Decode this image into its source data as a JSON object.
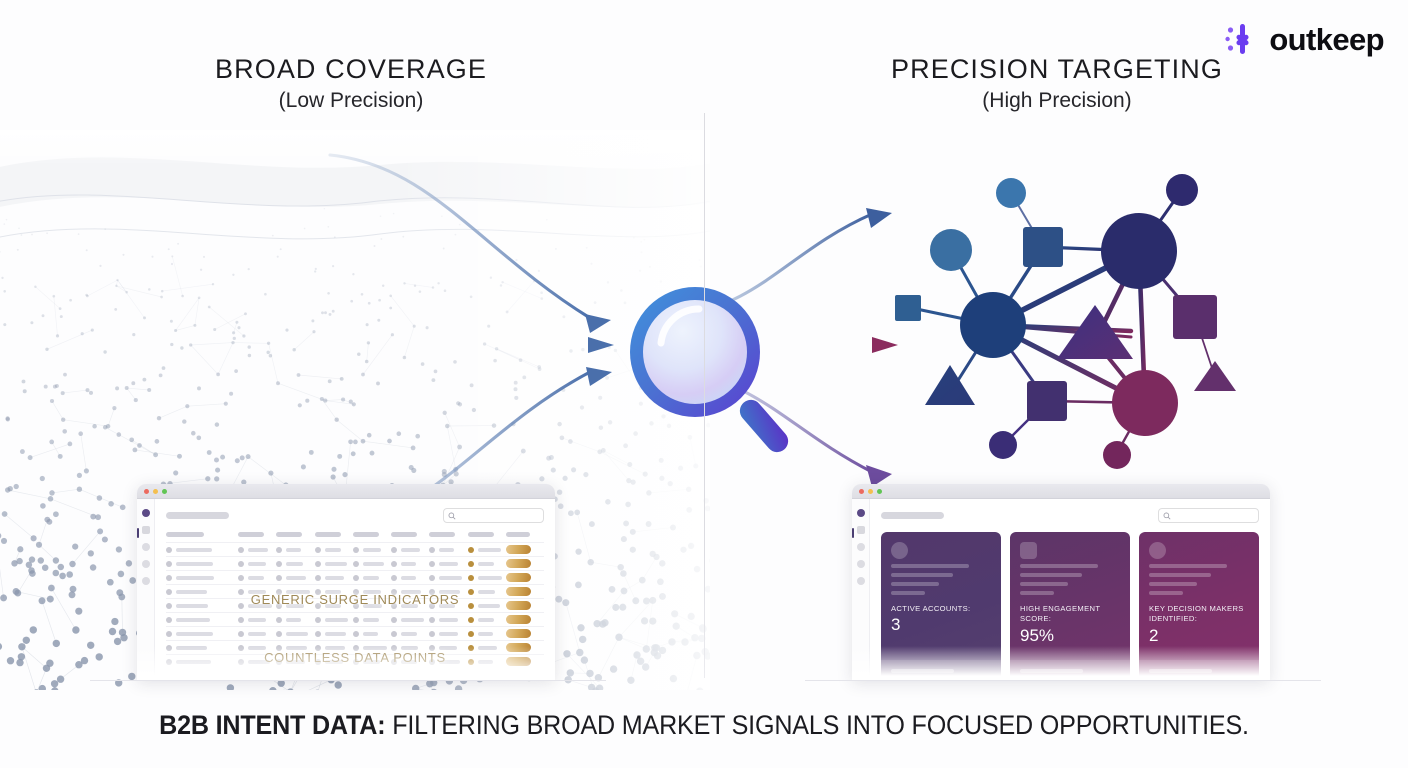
{
  "brand": {
    "name": "outkeep",
    "mark_icon": "starburst-icon",
    "accent": "#6b3df0"
  },
  "columns": {
    "left": {
      "title": "BROAD COVERAGE",
      "subtitle": "(Low Precision)"
    },
    "right": {
      "title": "PRECISION TARGETING",
      "subtitle": "(High Precision)"
    }
  },
  "caption": {
    "lead": "B2B INTENT DATA:",
    "rest": " FILTERING BROAD MARKET SIGNALS INTO FOCUSED OPPORTUNITIES."
  },
  "magnifier": {
    "icon": "magnifying-glass-icon",
    "ring_from": "#3f86d6",
    "ring_to": "#5b3fd6"
  },
  "arrows": {
    "inbound_count": 3,
    "outbound_count": 3,
    "inbound_color": "#5f7fb4",
    "outbound_colors": [
      "#4f6fae",
      "#8e3a6a",
      "#6b4c9e"
    ]
  },
  "left_dashboard": {
    "window_dots": [
      "red",
      "yellow",
      "green"
    ],
    "search_icon": "search-icon",
    "overlay_1": "GENERIC SURGE INDICATORS",
    "overlay_2": "COUNTLESS DATA POINTS",
    "row_count": 9,
    "column_count": 9,
    "badge_color_from": "#e6c68d",
    "badge_color_to": "#b98233",
    "overlay_color": "#a08a58"
  },
  "right_dashboard": {
    "window_dots": [
      "red",
      "yellow",
      "green"
    ],
    "search_icon": "search-icon",
    "cards": [
      {
        "label": "ACTIVE ACCOUNTS:",
        "value": "3",
        "avatar": "circle",
        "color": "#53386b"
      },
      {
        "label": "HIGH ENGAGEMENT SCORE:",
        "value": "95%",
        "avatar": "square",
        "color": "#6a3469"
      },
      {
        "label": "KEY DECISION MAKERS IDENTIFIED:",
        "value": "2",
        "avatar": "circle",
        "color": "#7c3068"
      }
    ]
  },
  "network": {
    "hub_left_color": "#1e3f7a",
    "hub_top_color": "#2a2c6b",
    "hub_bottom_color": "#7d2a5e",
    "node_count": 16
  },
  "mesh": {
    "dot_color": "#8b97ad",
    "line_color": "#ced3dd"
  }
}
